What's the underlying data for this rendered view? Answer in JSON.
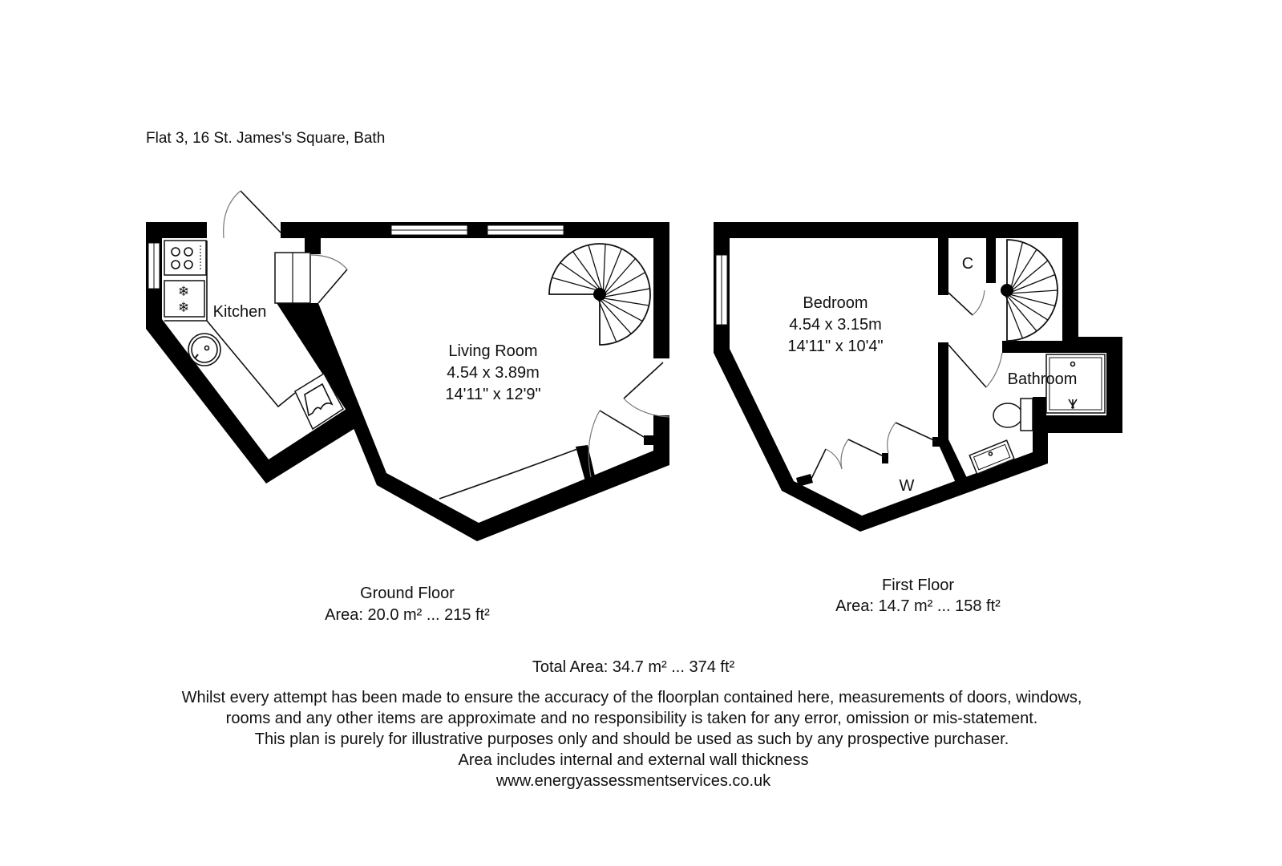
{
  "title": "Flat 3, 16 St. James's Square, Bath",
  "ground_floor": {
    "name": "Ground Floor",
    "area": "Area: 20.0 m² ... 215 ft²",
    "rooms": {
      "kitchen": {
        "label": "Kitchen"
      },
      "living_room": {
        "label": "Living Room",
        "metric": "4.54 x 3.89m",
        "imperial": "14'11\" x 12'9\""
      }
    }
  },
  "first_floor": {
    "name": "First Floor",
    "area": "Area: 14.7 m² ... 158 ft²",
    "rooms": {
      "bedroom": {
        "label": "Bedroom",
        "metric": "4.54 x 3.15m",
        "imperial": "14'11\" x 10'4\""
      },
      "cupboard": {
        "label": "C"
      },
      "bathroom": {
        "label": "Bathroom"
      },
      "wardrobe": {
        "label": "W"
      }
    }
  },
  "total_area": "Total Area: 34.7 m² ... 374 ft²",
  "disclaimer": [
    "Whilst every attempt has been made to ensure the accuracy of the floorplan contained here, measurements of doors, windows,",
    "rooms and any other items are approximate and no responsibility is taken for any error, omission or mis-statement.",
    "This plan is purely for illustrative purposes only and should be used as such by any prospective purchaser.",
    "Area includes internal and external wall thickness",
    "www.energyassessmentservices.co.uk"
  ]
}
